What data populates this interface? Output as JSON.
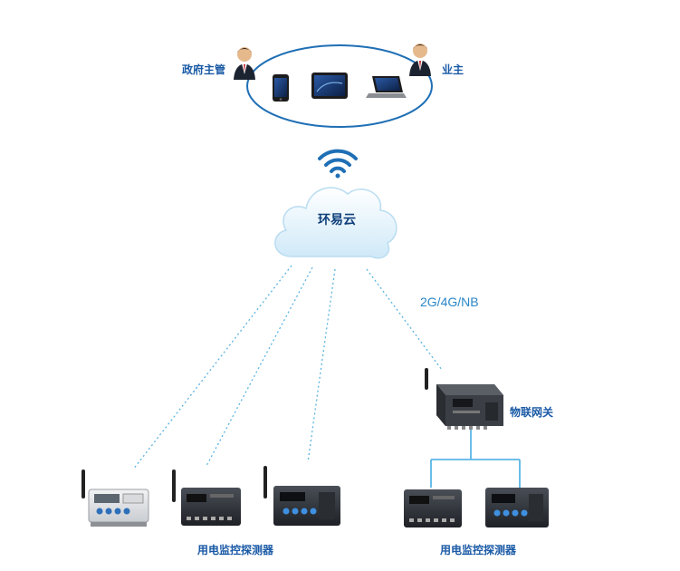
{
  "labels": {
    "gov": "政府主管",
    "owner": "业主",
    "cloud": "环易云",
    "network": "2G/4G/NB",
    "gateway": "物联网关",
    "detector_left": "用电监控探测器",
    "detector_right": "用电监控探测器"
  },
  "colors": {
    "ellipse": "#1f6fb5",
    "dotted_link": "#5ab4e0",
    "tree_line": "#59b6e6",
    "wifi": "#1f6fb5",
    "label": "#1a5aa6"
  },
  "icons": [
    "person-icon",
    "phone-icon",
    "tablet-icon",
    "laptop-icon",
    "wifi-icon",
    "cloud-icon",
    "antenna-icon"
  ]
}
